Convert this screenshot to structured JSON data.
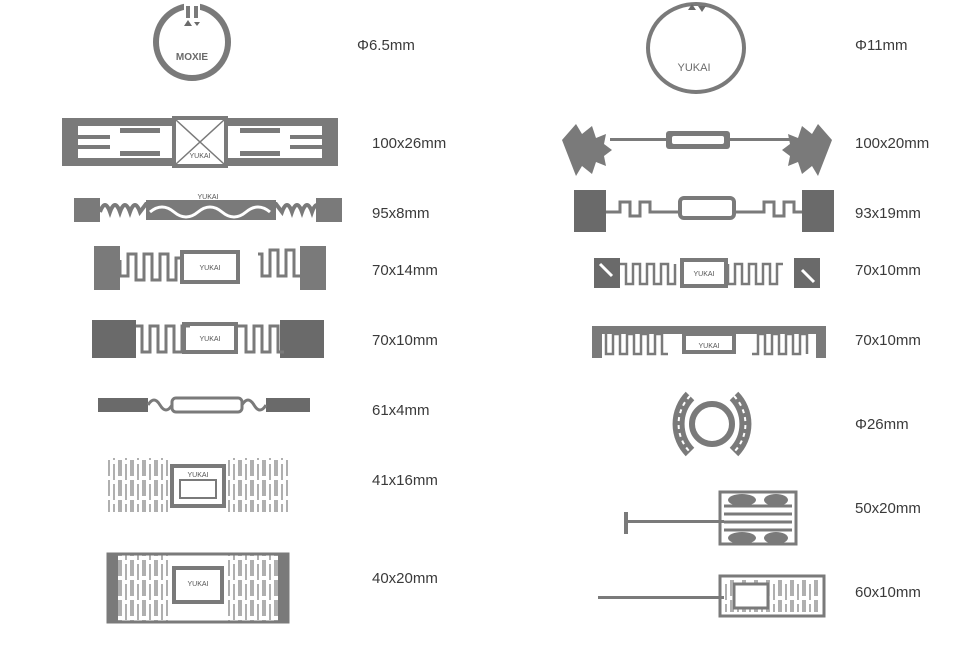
{
  "colors": {
    "antenna": "#7a7a7a",
    "antenna_dark": "#6a6a6a",
    "label_text": "#3a3a3a",
    "background": "#ffffff"
  },
  "tags": {
    "l1": {
      "size": "Φ6.5mm",
      "brand": "MOXIE"
    },
    "l2": {
      "size": "100x26mm",
      "brand": "YUKAI"
    },
    "l3": {
      "size": "95x8mm",
      "brand": "YUKAI"
    },
    "l4": {
      "size": "70x14mm",
      "brand": "YUKAI"
    },
    "l5": {
      "size": "70x10mm",
      "brand": "YUKAI"
    },
    "l6": {
      "size": "61x4mm"
    },
    "l7": {
      "size": "41x16mm",
      "brand": "YUKAI"
    },
    "l8": {
      "size": "40x20mm",
      "brand": "YUKAI"
    },
    "r1": {
      "size": "Φ11mm",
      "brand": "YUKAI"
    },
    "r2": {
      "size": "100x20mm"
    },
    "r3": {
      "size": "93x19mm"
    },
    "r4": {
      "size": "70x10mm",
      "brand": "YUKAI"
    },
    "r5": {
      "size": "70x10mm",
      "brand": "YUKAI"
    },
    "r6": {
      "size": "Φ26mm"
    },
    "r7": {
      "size": "50x20mm"
    },
    "r8": {
      "size": "60x10mm"
    }
  }
}
